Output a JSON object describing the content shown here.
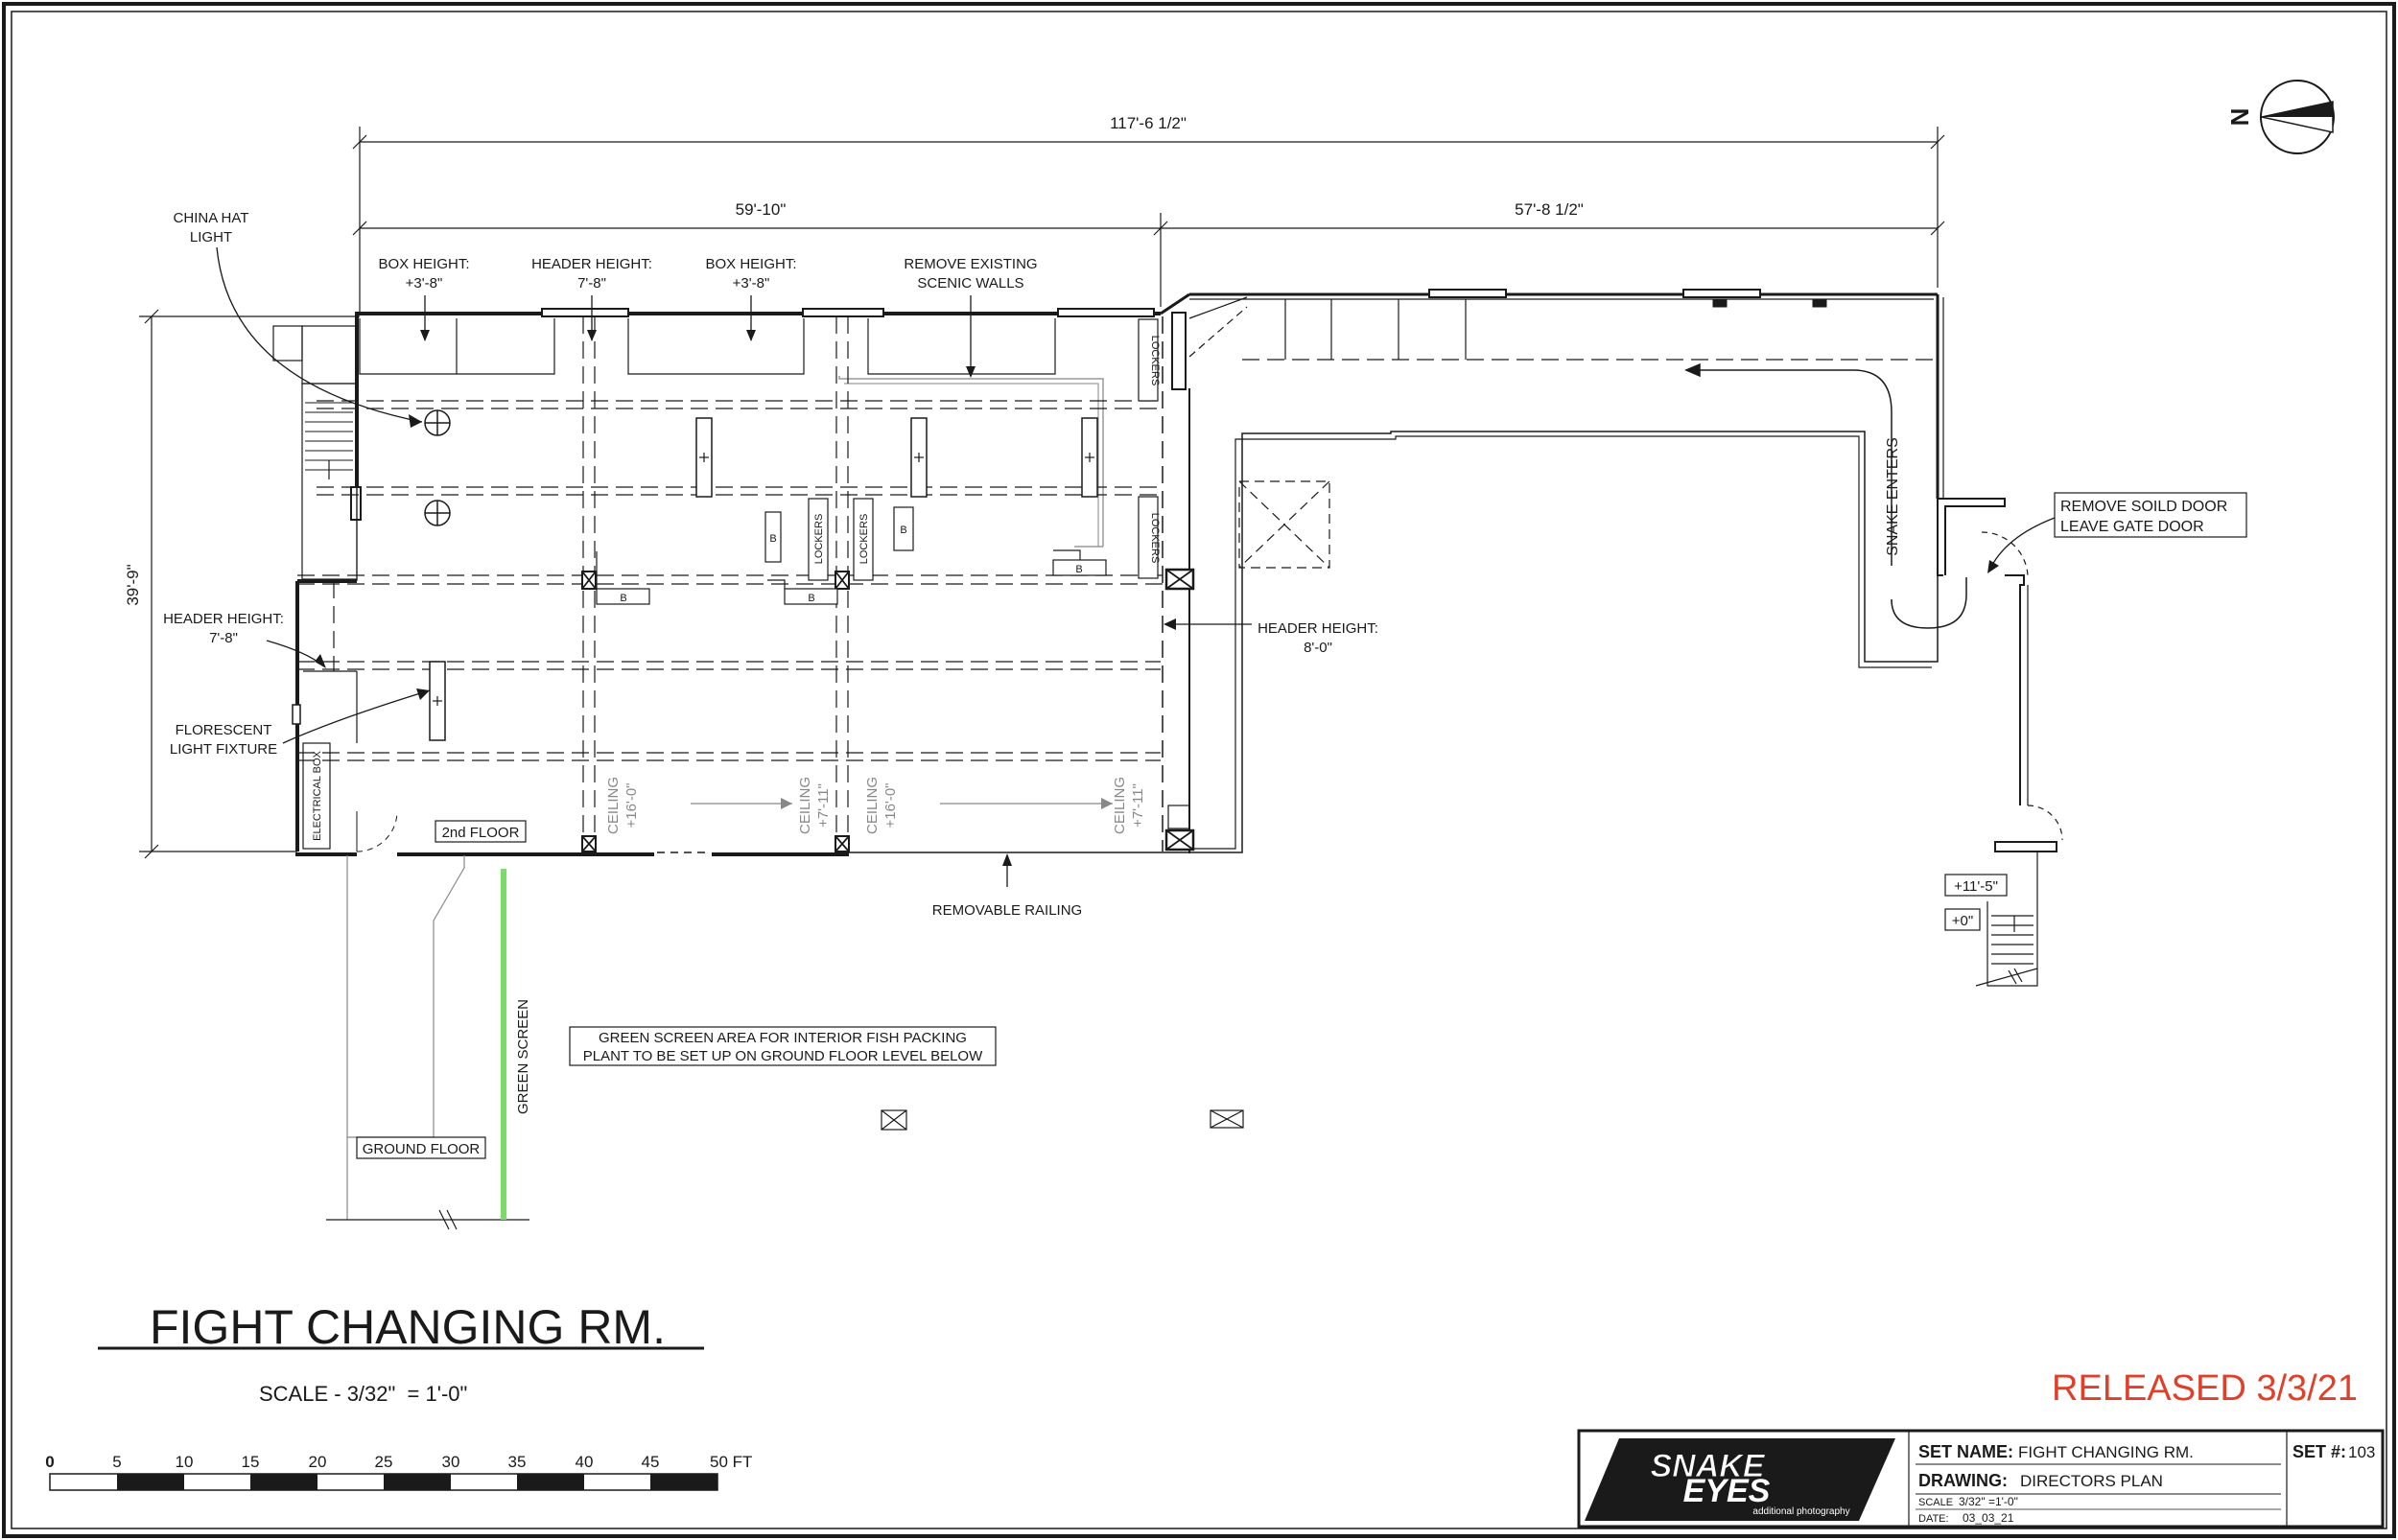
{
  "dimensions": {
    "overall": "117'-6 1/2\"",
    "left": "59'-10\"",
    "right": "57'-8 1/2\"",
    "depth": "39'-9\""
  },
  "labels": {
    "china_hat": [
      "CHINA HAT",
      "LIGHT"
    ],
    "box_height_1": [
      "BOX HEIGHT:",
      "+3'-8\""
    ],
    "header_height_1": [
      "HEADER HEIGHT:",
      "7'-8\""
    ],
    "box_height_2": [
      "BOX HEIGHT:",
      "+3'-8\""
    ],
    "remove_scenic": [
      "REMOVE EXISTING",
      "SCENIC WALLS"
    ],
    "header_left": [
      "HEADER HEIGHT:",
      "7'-8\""
    ],
    "florescent": [
      "FLORESCENT",
      "LIGHT FIXTURE"
    ],
    "header_right": [
      "HEADER HEIGHT:",
      "8'-0\""
    ],
    "snake_enters": "SNAKE ENTERS",
    "remove_door": [
      "REMOVE SOILD DOOR",
      "LEAVE GATE DOOR"
    ],
    "elev_upper": "+11'-5\"",
    "elev_lower": "+0\"",
    "electrical_box": "ELECTRICAL BOX",
    "second_floor": "2nd FLOOR",
    "ceiling_16a": [
      "CEILING",
      "+16'-0\""
    ],
    "ceiling_7a": [
      "CEILING",
      "+7'-11\""
    ],
    "ceiling_16b": [
      "CEILING",
      "+16'-0\""
    ],
    "ceiling_7b": [
      "CEILING",
      "+7'-11\""
    ],
    "removable_railing": "REMOVABLE RAILING",
    "green_screen": "GREEN SCREEN",
    "green_screen_note": [
      "GREEN SCREEN AREA FOR INTERIOR FISH PACKING",
      "PLANT TO BE SET UP ON GROUND FLOOR LEVEL BELOW"
    ],
    "ground_floor": "GROUND FLOOR",
    "lockers": "LOCKERS",
    "bench": "B"
  },
  "title_block": {
    "drawing_title": "FIGHT CHANGING RM.",
    "scale_text": "SCALE - 3/32\"  = 1'-0\"",
    "released": "RELEASED 3/3/21",
    "logo_line1": "SNAKE",
    "logo_line2": "EYES",
    "logo_sub": "additional photography",
    "set_name_label": "SET NAME:",
    "set_name_value": "FIGHT CHANGING RM.",
    "drawing_label": "DRAWING:",
    "drawing_value": "DIRECTORS PLAN",
    "scale_label": "SCALE",
    "scale_value": "3/32\" =1'-0\"",
    "date_label": "DATE:",
    "date_value": "03_03_21",
    "set_num_label": "SET #:",
    "set_num_value": "103"
  },
  "scale_bar": {
    "ticks": [
      "0",
      "5",
      "10",
      "15",
      "20",
      "25",
      "30",
      "35",
      "40",
      "45",
      "50 FT"
    ]
  },
  "north_arrow": "N",
  "colors": {
    "ink": "#1a1a1a",
    "gray": "#888888",
    "green_screen": "#7ddb6a",
    "released": "#e0402a"
  }
}
